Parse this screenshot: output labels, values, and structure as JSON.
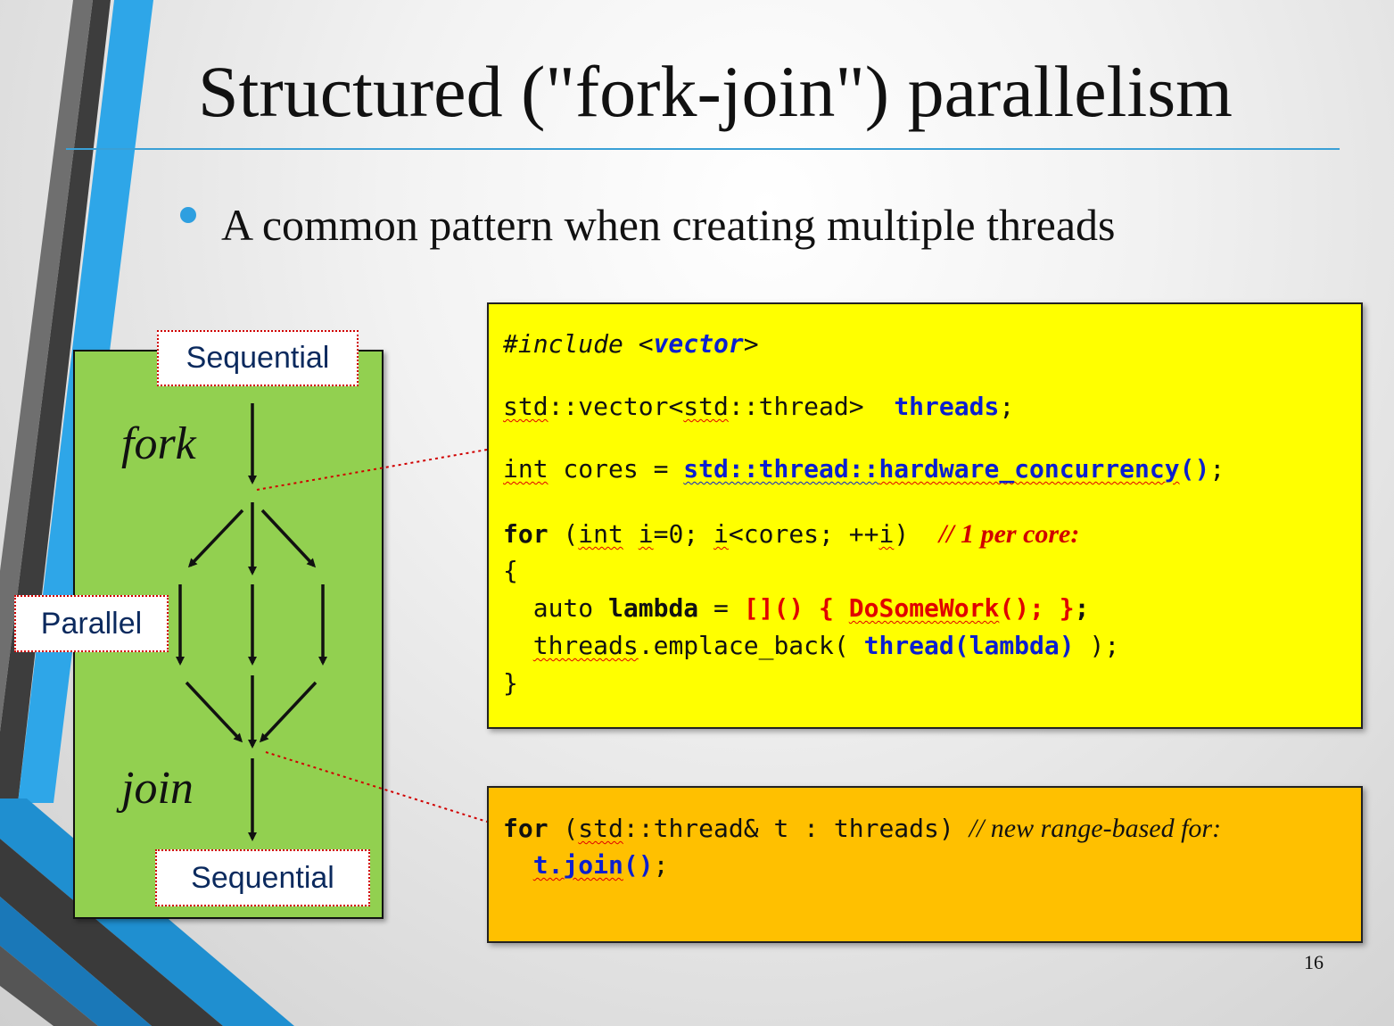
{
  "slide": {
    "title": "Structured (\"fork-join\") parallelism",
    "bullet": "A common pattern when creating multiple threads",
    "page_number": "16"
  },
  "diagram": {
    "sequential_top": "Sequential",
    "parallel": "Parallel",
    "sequential_bottom": "Sequential",
    "fork": "fork",
    "join": "join"
  },
  "code_main": {
    "line1": {
      "a": "#include <",
      "b": "vector",
      "c": ">"
    },
    "line2": {
      "a": "std",
      "b": "::vector<",
      "c": "std",
      "d": "::thread>  ",
      "e": "threads",
      "f": ";"
    },
    "line3": {
      "a": "int",
      "b": " cores = ",
      "c": "std::thread::",
      "d": "hardware_concurrency",
      "e": "()",
      "f": ";"
    },
    "line4": {
      "a": "for",
      "b": " (",
      "c": "int",
      "d": " ",
      "e": "i",
      "f": "=0; ",
      "g": "i",
      "h": "<cores; ++",
      "i": "i",
      "j": ")  ",
      "comment": "// 1 per core:"
    },
    "line5": "{",
    "line6": {
      "a": "  auto ",
      "b": "lambda",
      "c": " = ",
      "d": "[]() { ",
      "e": "DoSomeWork",
      "f": "(); }",
      "g": ";"
    },
    "line7": {
      "a": "  ",
      "b": "threads",
      "c": ".emplace_back( ",
      "d": "thread(lambda)",
      "e": " );"
    },
    "line8": "}"
  },
  "code_join": {
    "line1": {
      "a": "for",
      "b": " (",
      "c": "std",
      "d": "::thread& t : threads) ",
      "comment": "// new range-based for:"
    },
    "line2": {
      "a": "  ",
      "b": "t.join",
      "c": "()",
      "d": ";"
    }
  },
  "colors": {
    "accent": "#2e9fe0",
    "diagram_bg": "#92d050",
    "code_main_bg": "#ffff00",
    "code_join_bg": "#ffc000",
    "keyword_blue": "#0a1fd0",
    "highlight_red": "#e00000"
  }
}
